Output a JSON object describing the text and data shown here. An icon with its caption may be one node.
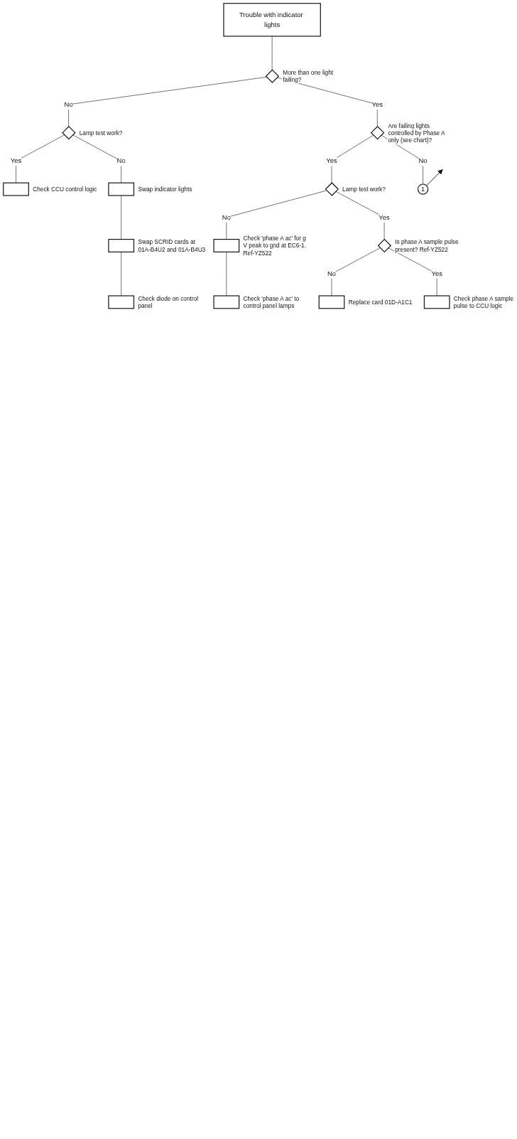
{
  "diagram": {
    "nodes": [
      {
        "text": [
          "Trouble with indicator lights"
        ]
      },
      {
        "text": [],
        "shape": "diamond",
        "beside": [
          "More than one light failing?"
        ]
      },
      {
        "text": [],
        "shape": "diamond",
        "beside": [
          "Lamp test work?"
        ]
      },
      {
        "text": [],
        "shape": "box",
        "beside": [
          "Check CCU control logic"
        ]
      },
      {
        "text": [],
        "shape": "box",
        "beside": [
          "Swap indicator lights"
        ]
      },
      {
        "text": [],
        "shape": "box",
        "beside": [
          "Swap SCRID cards at 01A-B4U2 and 01A-B4U3"
        ]
      },
      {
        "text": [],
        "shape": "box",
        "beside": [
          "Check diode on control panel"
        ]
      },
      {
        "text": [],
        "shape": "diamond",
        "beside": [
          "Are failing lights controlled by Phase A only (see chart)?"
        ]
      },
      {
        "text": [],
        "shape": "diamond",
        "beside": [
          "Lamp test work?"
        ]
      },
      {
        "text": [],
        "shape": "box",
        "beside": [
          "Check 'phase A ac' for g V peak to gnd at EC6-1. Ref-YZ522"
        ]
      },
      {
        "text": [],
        "shape": "box",
        "beside": [
          "Check 'phase A ac' to control panel lamps"
        ]
      },
      {
        "text": [],
        "shape": "diamond",
        "beside": [
          "Is phase A sample pulse present? Ref-YZ522"
        ]
      },
      {
        "text": [],
        "shape": "box",
        "beside": [
          "Replace card 01D-A1C1"
        ]
      },
      {
        "text": [],
        "shape": "box",
        "beside": [
          "Check phase A sample pulse to CCU logic"
        ]
      },
      {
        "text": [
          "1"
        ]
      }
    ],
    "edges": [
      {
        "from": 0,
        "to": 1,
        "arrow": "none"
      },
      {
        "from": 1,
        "to": 2,
        "arrow": "none",
        "label": "No"
      },
      {
        "from": 1,
        "to": 7,
        "arrow": "none",
        "label": "Yes"
      },
      {
        "from": 2,
        "to": 3,
        "arrow": "none",
        "label": "Yes"
      },
      {
        "from": 2,
        "to": 4,
        "arrow": "none",
        "label": "No"
      },
      {
        "from": 4,
        "to": 5,
        "arrow": "none"
      },
      {
        "from": 5,
        "to": 6,
        "arrow": "none"
      },
      {
        "from": 7,
        "to": 8,
        "arrow": "none",
        "label": "Yes"
      },
      {
        "from": 7,
        "to": 14,
        "arrow": "none",
        "label": "No"
      },
      {
        "from": 8,
        "to": 9,
        "arrow": "none",
        "label": "No"
      },
      {
        "from": 9,
        "to": 10,
        "arrow": "none"
      },
      {
        "from": 8,
        "to": 11,
        "arrow": "none",
        "label": "Yes"
      },
      {
        "from": 11,
        "to": 12,
        "arrow": "none",
        "label": "No"
      },
      {
        "from": 11,
        "to": 13,
        "arrow": "none",
        "label": "Yes"
      },
      {
        "from": 14,
        "to": null,
        "arrow": "to"
      }
    ]
  }
}
